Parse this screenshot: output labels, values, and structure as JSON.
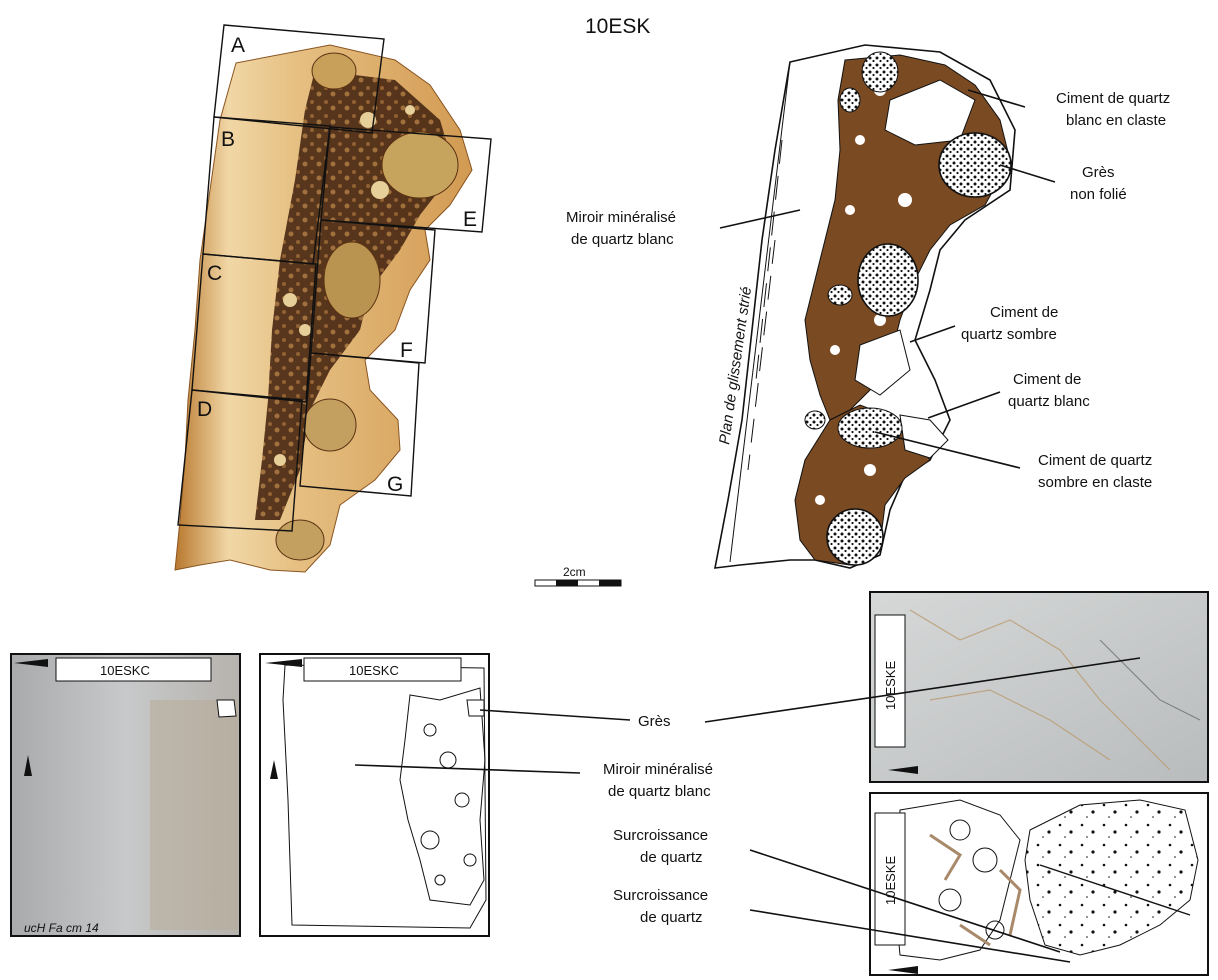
{
  "title": "10ESK",
  "sample_boxes": [
    "A",
    "B",
    "C",
    "D",
    "E",
    "F",
    "G"
  ],
  "sketch_labels": {
    "plan": "Plan de glissement strié",
    "miroir": [
      "Miroir minéralisé",
      "de quartz blanc"
    ],
    "ciment_blanc_claste": [
      "Ciment de quartz",
      "blanc en claste"
    ],
    "gres_non_folie": [
      "Grès",
      "non folié"
    ],
    "ciment_sombre": [
      "Ciment de",
      "quartz sombre"
    ],
    "ciment_blanc": [
      "Ciment de",
      "quartz blanc"
    ],
    "ciment_sombre_claste": [
      "Ciment de quartz",
      "sombre en claste"
    ]
  },
  "scale_bar": "2cm",
  "thin_sections": {
    "c_photo_tag": "10ESKC",
    "c_sketch_tag": "10ESKC",
    "e_photo_tag": "10ESKE",
    "e_sketch_tag": "10ESKE",
    "handwriting_c": "ucH  Fa  cm 14"
  },
  "bottom_labels": {
    "gres": "Grès",
    "miroir": [
      "Miroir minéralisé",
      "de quartz blanc"
    ],
    "surcroissance_1": [
      "Surcroissance",
      "de quartz"
    ],
    "surcroissance_2": [
      "Surcroissance",
      "de quartz"
    ]
  },
  "colors": {
    "dark_cement": "#7a4a22",
    "rock": "#d9a55c",
    "thin_section": "#c9cbcd"
  }
}
